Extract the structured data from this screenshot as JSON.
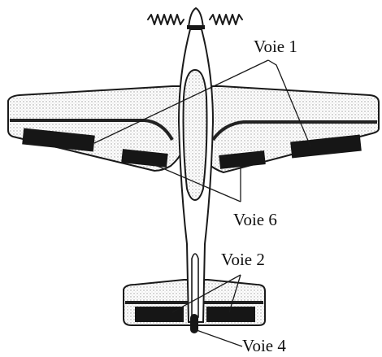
{
  "labels": {
    "channel_1": "Voie 1",
    "channel_6": "Voie 6",
    "channel_2": "Voie 2",
    "channel_4": "Voie 4"
  },
  "colors": {
    "ink": "#161616",
    "shading": "#d9d9d9",
    "paper": "#ffffff"
  }
}
